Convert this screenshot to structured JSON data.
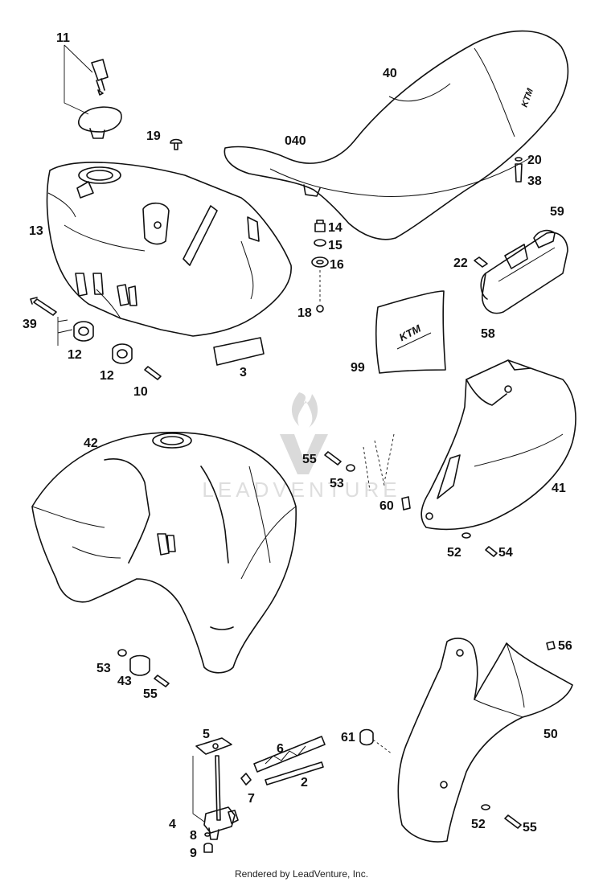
{
  "diagram": {
    "watermark": "LEADVENTURE",
    "footer": "Rendered by LeadVenture, Inc.",
    "seat_logo": "KTM",
    "decal_logo": "KTM",
    "labels": [
      {
        "id": "p11",
        "text": "11"
      },
      {
        "id": "p19",
        "text": "19"
      },
      {
        "id": "p13",
        "text": "13"
      },
      {
        "id": "p39",
        "text": "39"
      },
      {
        "id": "p12a",
        "text": "12"
      },
      {
        "id": "p12b",
        "text": "12"
      },
      {
        "id": "p10",
        "text": "10"
      },
      {
        "id": "p3",
        "text": "3"
      },
      {
        "id": "p40",
        "text": "40"
      },
      {
        "id": "p040",
        "text": "040"
      },
      {
        "id": "p20",
        "text": "20"
      },
      {
        "id": "p38",
        "text": "38"
      },
      {
        "id": "p14",
        "text": "14"
      },
      {
        "id": "p15",
        "text": "15"
      },
      {
        "id": "p16",
        "text": "16"
      },
      {
        "id": "p18",
        "text": "18"
      },
      {
        "id": "p59",
        "text": "59"
      },
      {
        "id": "p22",
        "text": "22"
      },
      {
        "id": "p58",
        "text": "58"
      },
      {
        "id": "p99",
        "text": "99"
      },
      {
        "id": "p42",
        "text": "42"
      },
      {
        "id": "p55a",
        "text": "55"
      },
      {
        "id": "p53a",
        "text": "53"
      },
      {
        "id": "p60",
        "text": "60"
      },
      {
        "id": "p41",
        "text": "41"
      },
      {
        "id": "p52a",
        "text": "52"
      },
      {
        "id": "p54",
        "text": "54"
      },
      {
        "id": "p53b",
        "text": "53"
      },
      {
        "id": "p43",
        "text": "43"
      },
      {
        "id": "p55b",
        "text": "55"
      },
      {
        "id": "p56",
        "text": "56"
      },
      {
        "id": "p50",
        "text": "50"
      },
      {
        "id": "p5",
        "text": "5"
      },
      {
        "id": "p6",
        "text": "6"
      },
      {
        "id": "p61",
        "text": "61"
      },
      {
        "id": "p7",
        "text": "7"
      },
      {
        "id": "p2",
        "text": "2"
      },
      {
        "id": "p4",
        "text": "4"
      },
      {
        "id": "p8",
        "text": "8"
      },
      {
        "id": "p9",
        "text": "9"
      },
      {
        "id": "p52b",
        "text": "52"
      },
      {
        "id": "p55c",
        "text": "55"
      }
    ]
  }
}
